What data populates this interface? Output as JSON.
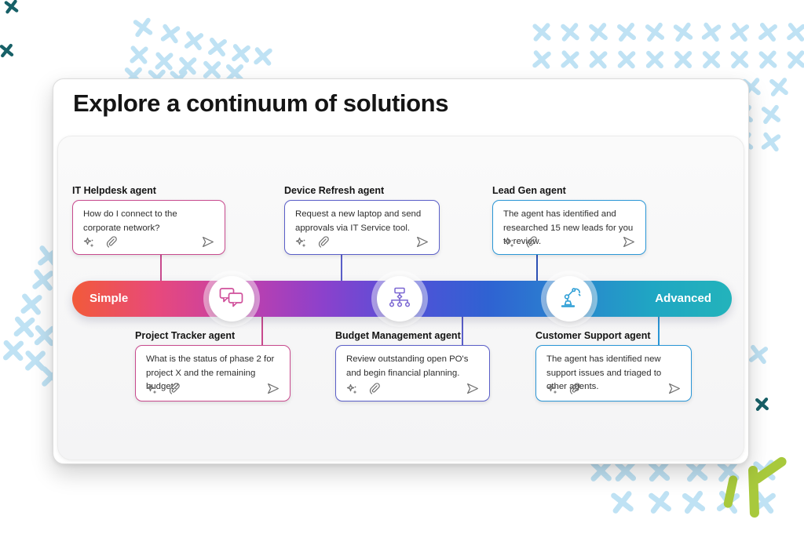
{
  "title": "Explore a continuum of solutions",
  "spectrum": {
    "left_label": "Simple",
    "right_label": "Advanced",
    "gradient_colors": [
      "#f25a3a",
      "#e7497c",
      "#c43fa9",
      "#8c41cc",
      "#5450d8",
      "#2f62d2",
      "#2a84cf",
      "#1fa6c3",
      "#23b3bb"
    ]
  },
  "milestones": [
    {
      "icon": "chat-bubbles-icon",
      "color": "#d0509b"
    },
    {
      "icon": "org-chart-icon",
      "color": "#7a66d2"
    },
    {
      "icon": "robot-arm-icon",
      "color": "#2f9fd6"
    }
  ],
  "agents": [
    {
      "name": "IT Helpdesk agent",
      "message": "How do I connect to the corporate network?",
      "accent_color": "#c84a8e",
      "connector_color": "#c84a8e",
      "row": "top"
    },
    {
      "name": "Device Refresh agent",
      "message": "Request a new laptop and send approvals via IT Service tool.",
      "accent_color": "#5a5ec8",
      "connector_color": "#5a5ec8",
      "row": "top"
    },
    {
      "name": "Lead Gen agent",
      "message": "The agent has identified and researched 15 new leads for you to review.",
      "accent_color": "#2a96d6",
      "connector_color": "#2d51b5",
      "row": "top"
    },
    {
      "name": "Project Tracker agent",
      "message": "What is the status of phase 2 for project X and the remaining budget?",
      "accent_color": "#c84a8e",
      "connector_color": "#c84a8e",
      "row": "bottom"
    },
    {
      "name": "Budget Management agent",
      "message": "Review outstanding open PO's and begin financial planning.",
      "accent_color": "#5a5ec8",
      "connector_color": "#5a5ec8",
      "row": "bottom"
    },
    {
      "name": "Customer Support agent",
      "message": "The agent has identified new support issues and triaged to other agents.",
      "accent_color": "#2a96d6",
      "connector_color": "#2a96d6",
      "row": "bottom"
    }
  ],
  "card_icons": {
    "compose": "pen-sparkle-icon",
    "attach": "paperclip-icon",
    "send": "send-icon"
  },
  "decoration_colors": {
    "light_blue": "#bfe2f4",
    "dark_teal": "#176067",
    "green": "#a8c93c"
  }
}
